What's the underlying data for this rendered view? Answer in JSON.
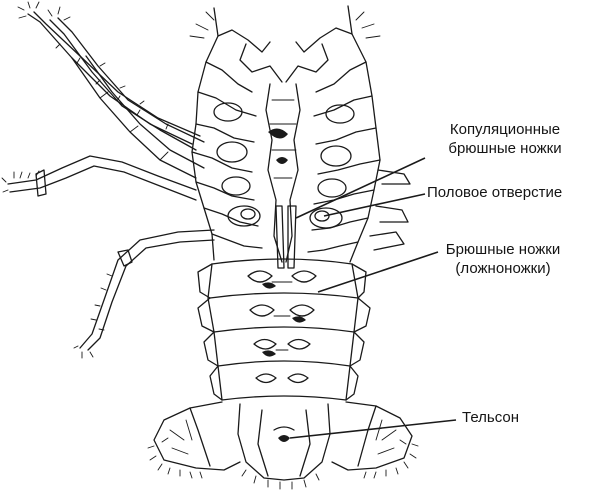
{
  "labels": {
    "copulatory": [
      "Копуляционные",
      "брюшные ножки"
    ],
    "genital": [
      "Половое отверстие"
    ],
    "swimmerets": [
      "Брюшные ножки",
      "(ложноножки)"
    ],
    "telson": [
      "Тельсон"
    ]
  },
  "icons": {
    "specimen": "crayfish-ventral-view-drawing"
  },
  "colors": {
    "ink": "#1a1a1a",
    "background": "#ffffff"
  }
}
